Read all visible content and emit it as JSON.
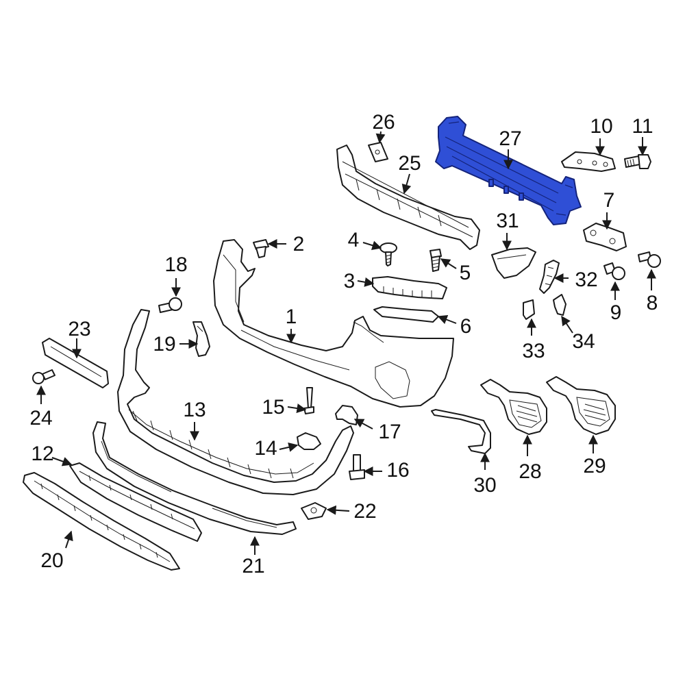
{
  "highlight_color": "#2f4fd6",
  "highlighted_part": "27",
  "callouts": [
    {
      "id": "c1",
      "text": "1"
    },
    {
      "id": "c2",
      "text": "2"
    },
    {
      "id": "c3",
      "text": "3"
    },
    {
      "id": "c4",
      "text": "4"
    },
    {
      "id": "c5",
      "text": "5"
    },
    {
      "id": "c6",
      "text": "6"
    },
    {
      "id": "c7",
      "text": "7"
    },
    {
      "id": "c8",
      "text": "8"
    },
    {
      "id": "c9",
      "text": "9"
    },
    {
      "id": "c10",
      "text": "10"
    },
    {
      "id": "c11",
      "text": "11"
    },
    {
      "id": "c12",
      "text": "12"
    },
    {
      "id": "c13",
      "text": "13"
    },
    {
      "id": "c14",
      "text": "14"
    },
    {
      "id": "c15",
      "text": "15"
    },
    {
      "id": "c16",
      "text": "16"
    },
    {
      "id": "c17",
      "text": "17"
    },
    {
      "id": "c18",
      "text": "18"
    },
    {
      "id": "c19",
      "text": "19"
    },
    {
      "id": "c20",
      "text": "20"
    },
    {
      "id": "c21",
      "text": "21"
    },
    {
      "id": "c22",
      "text": "22"
    },
    {
      "id": "c23",
      "text": "23"
    },
    {
      "id": "c24",
      "text": "24"
    },
    {
      "id": "c25",
      "text": "25"
    },
    {
      "id": "c26",
      "text": "26"
    },
    {
      "id": "c27",
      "text": "27"
    },
    {
      "id": "c28",
      "text": "28"
    },
    {
      "id": "c29",
      "text": "29"
    },
    {
      "id": "c30",
      "text": "30"
    },
    {
      "id": "c31",
      "text": "31"
    },
    {
      "id": "c32",
      "text": "32"
    },
    {
      "id": "c33",
      "text": "33"
    },
    {
      "id": "c34",
      "text": "34"
    }
  ]
}
